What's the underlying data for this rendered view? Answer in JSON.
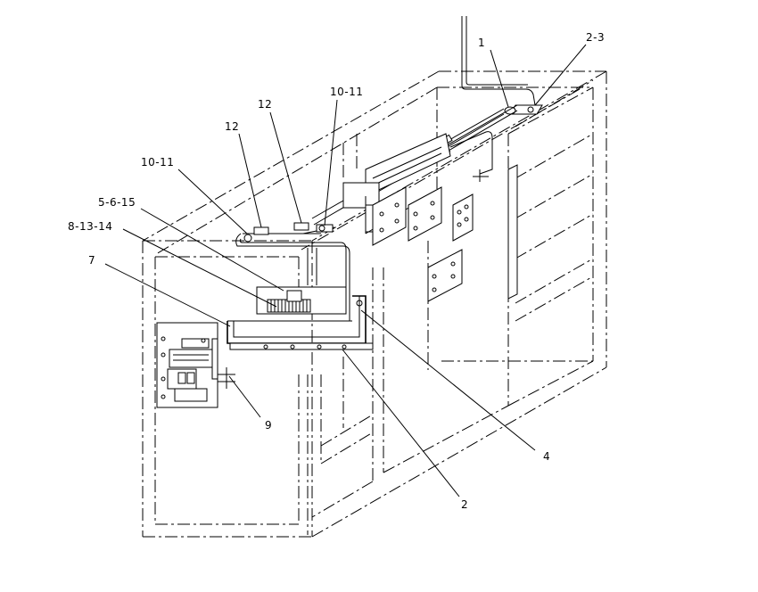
{
  "diagram": {
    "callouts": {
      "c1": "1",
      "c2_3": "2-3",
      "c12_a": "12",
      "c10_11_a": "10-11",
      "c12_b": "12",
      "c10_11_b": "10-11",
      "c5_6_15": "5-6-15",
      "c8_13_14": "8-13-14",
      "c7": "7",
      "c9": "9",
      "c4": "4",
      "c2": "2"
    }
  }
}
